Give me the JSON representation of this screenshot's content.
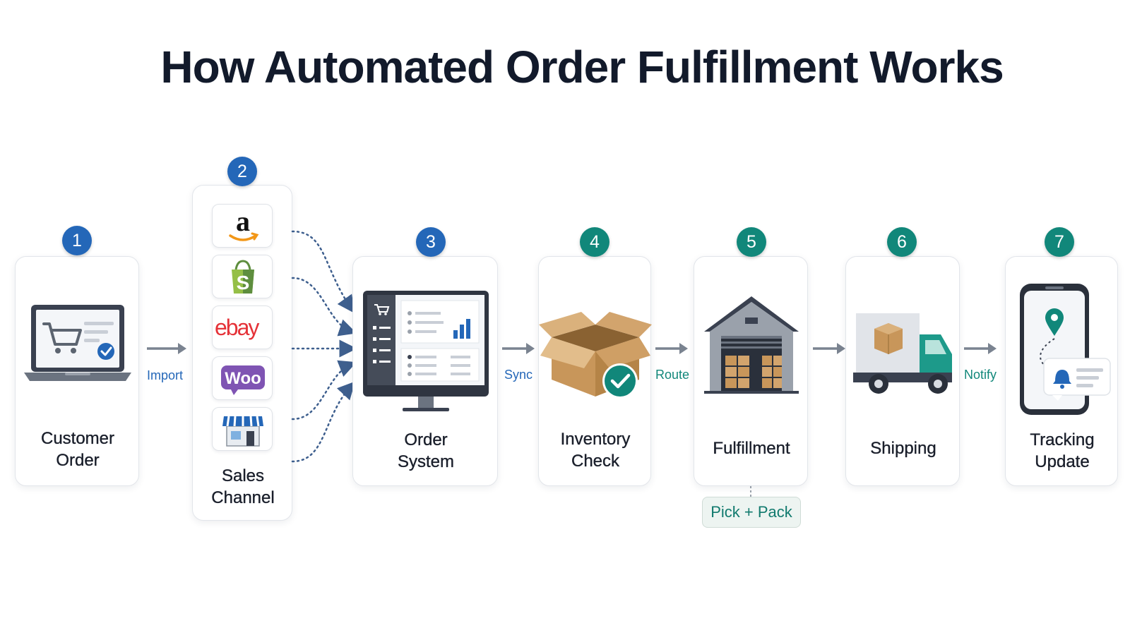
{
  "title": "How Automated Order Fulfillment Works",
  "colors": {
    "blue": "#2467b8",
    "teal": "#11877a",
    "arrow": "#7a8390",
    "dotted": "#3e5f8e",
    "box": "#d2a46d"
  },
  "steps": [
    {
      "number": "1",
      "label_lines": [
        "Customer",
        "Order"
      ],
      "icon": "laptop-cart-icon",
      "badge_color": "#2467b8"
    },
    {
      "number": "2",
      "label_lines": [
        "Sales",
        "Channel"
      ],
      "icon": "marketplace-logos",
      "badge_color": "#2467b8",
      "channels": [
        {
          "name": "amazon-logo",
          "text": "a"
        },
        {
          "name": "shopify-logo",
          "text": "S"
        },
        {
          "name": "ebay-logo",
          "text": "ebay"
        },
        {
          "name": "woocommerce-logo",
          "text": "Woo"
        },
        {
          "name": "storefront-icon",
          "text": ""
        }
      ]
    },
    {
      "number": "3",
      "label_lines": [
        "Order",
        "System"
      ],
      "icon": "monitor-dashboard-icon",
      "badge_color": "#2467b8"
    },
    {
      "number": "4",
      "label_lines": [
        "Inventory",
        "Check"
      ],
      "icon": "box-check-icon",
      "badge_color": "#11877a"
    },
    {
      "number": "5",
      "label_lines": [
        "Fulfillment"
      ],
      "icon": "warehouse-icon",
      "badge_color": "#11877a"
    },
    {
      "number": "6",
      "label_lines": [
        "Shipping"
      ],
      "icon": "delivery-truck-icon",
      "badge_color": "#11877a"
    },
    {
      "number": "7",
      "label_lines": [
        "Tracking",
        "Update"
      ],
      "icon": "phone-tracking-icon",
      "badge_color": "#11877a"
    }
  ],
  "connectors": [
    {
      "label": "Import",
      "color": "#2467b8"
    },
    {
      "label": "Sync",
      "color": "#2467b8"
    },
    {
      "label": "Route",
      "color": "#11877a"
    },
    {
      "label": "",
      "color": "#11877a"
    },
    {
      "label": "Notify",
      "color": "#11877a"
    }
  ],
  "sub_step": {
    "label": "Pick + Pack"
  }
}
